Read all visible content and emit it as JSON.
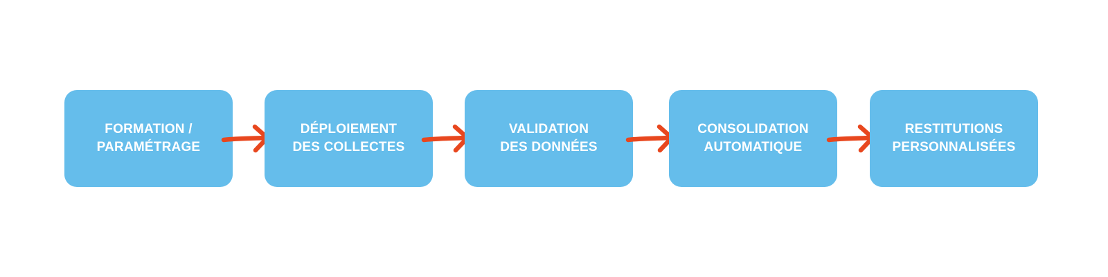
{
  "colors": {
    "box_fill": "#65BDEB",
    "box_text": "#FFFFFF",
    "arrow": "#E8471E",
    "background": "#FFFFFF"
  },
  "steps": [
    {
      "line1": "FORMATION /",
      "line2": "PARAMÉTRAGE"
    },
    {
      "line1": "DÉPLOIEMENT",
      "line2": "DES COLLECTES"
    },
    {
      "line1": "VALIDATION",
      "line2": "DES DONNÉES"
    },
    {
      "line1": "CONSOLIDATION",
      "line2": "AUTOMATIQUE"
    },
    {
      "line1": "RESTITUTIONS",
      "line2": "PERSONNALISÉES"
    }
  ],
  "connectors": [
    {
      "from": 0,
      "to": 1,
      "icon": "arrow-right-icon"
    },
    {
      "from": 1,
      "to": 2,
      "icon": "arrow-right-icon"
    },
    {
      "from": 2,
      "to": 3,
      "icon": "arrow-right-icon"
    },
    {
      "from": 3,
      "to": 4,
      "icon": "arrow-right-icon"
    }
  ]
}
